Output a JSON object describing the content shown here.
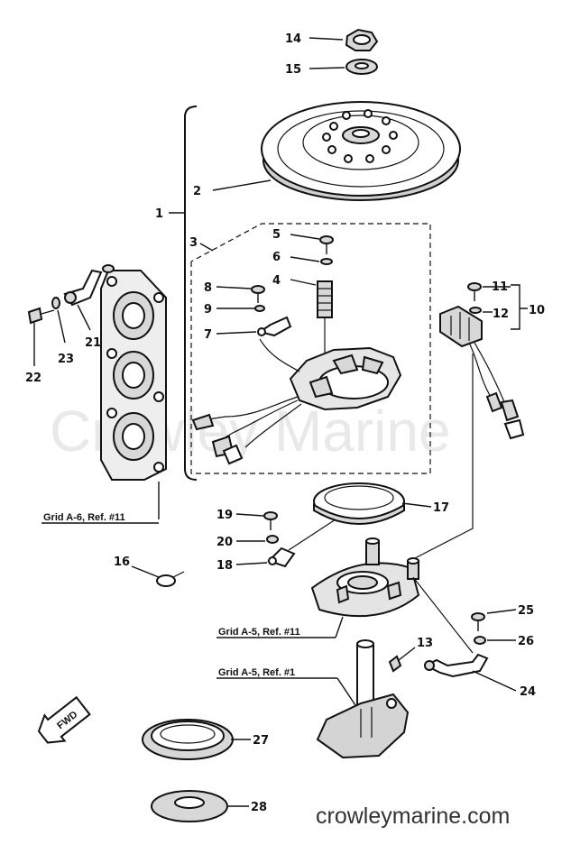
{
  "watermark": "Crowley Marine",
  "site": "crowleymarine.com",
  "fwd_label": "FWD",
  "callouts": {
    "n1": "1",
    "n2": "2",
    "n3": "3",
    "n4": "4",
    "n5": "5",
    "n6": "6",
    "n7": "7",
    "n8": "8",
    "n9": "9",
    "n10": "10",
    "n11": "11",
    "n12": "12",
    "n13": "13",
    "n14": "14",
    "n15": "15",
    "n16": "16",
    "n17": "17",
    "n18": "18",
    "n19": "19",
    "n20": "20",
    "n21": "21",
    "n22": "22",
    "n23": "23",
    "n24": "24",
    "n25": "25",
    "n26": "26",
    "n27": "27",
    "n28": "28"
  },
  "refs": {
    "a6": "Grid A-6, Ref. #11",
    "a5_11": "Grid A-5, Ref. #11",
    "a5_1": "Grid A-5, Ref. #1"
  }
}
